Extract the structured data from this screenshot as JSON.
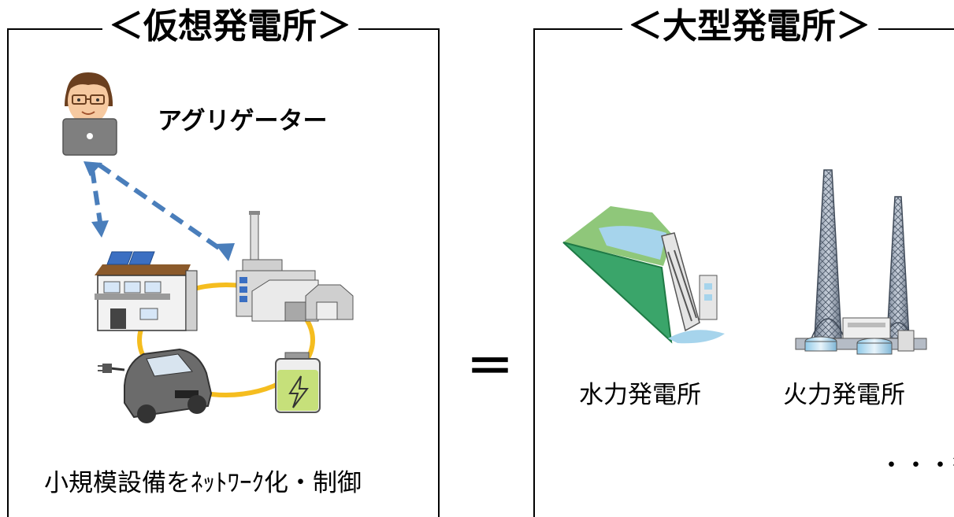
{
  "virtual_plant": {
    "title": "＜仮想発電所＞",
    "aggregator_label": "アグリゲーター",
    "caption": "小規模設備をﾈｯﾄﾜｰｸ化・制御"
  },
  "equals_symbol": "＝",
  "large_plant": {
    "title": "＜大型発電所＞",
    "hydro_label": "水力発電所",
    "thermal_label": "火力発電所",
    "etc_label": "・・・等"
  },
  "colors": {
    "frame": "#000000",
    "arrow": "#4a7ebb",
    "ring": "#f5bd1f",
    "green_slope": "#3aa56a",
    "water": "#a6d4ec",
    "battery_fill": "#c6e07a",
    "car_body": "#6b6b6b",
    "solar_panel": "#3b6fc2",
    "roof": "#8b5a2b",
    "skin": "#f6c9a0",
    "hair": "#6b3f1f"
  },
  "icons": [
    "person-with-laptop-icon",
    "house-with-solar-icon",
    "factory-icon",
    "electric-car-icon",
    "battery-icon",
    "hydro-dam-icon",
    "thermal-plant-icon"
  ]
}
